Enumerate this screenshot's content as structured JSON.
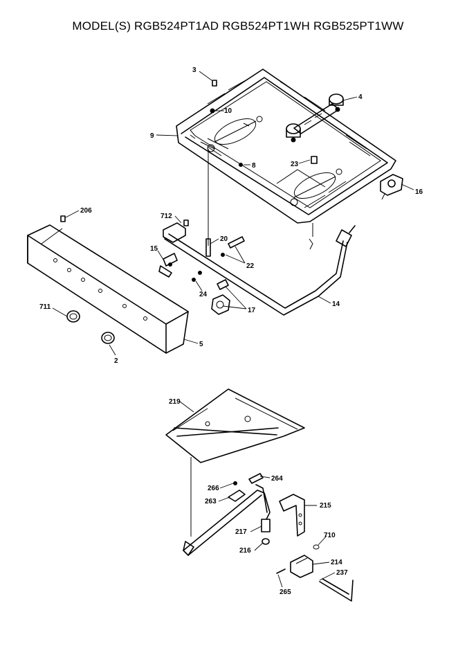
{
  "title": "MODEL(S) RGB524PT1AD  RGB524PT1WH  RGB525PT1WW",
  "callouts": {
    "c3": "3",
    "c4": "4",
    "c10": "10",
    "c9": "9",
    "c8": "8",
    "c23": "23",
    "c16": "16",
    "c206": "206",
    "c712": "712",
    "c20": "20",
    "c15": "15",
    "c22": "22",
    "c24": "24",
    "c17": "17",
    "c14": "14",
    "c711": "711",
    "c5": "5",
    "c2": "2",
    "c219": "219",
    "c264": "264",
    "c266": "266",
    "c263": "263",
    "c215": "215",
    "c217": "217",
    "c216": "216",
    "c710": "710",
    "c214": "214",
    "c237": "237",
    "c265": "265"
  }
}
